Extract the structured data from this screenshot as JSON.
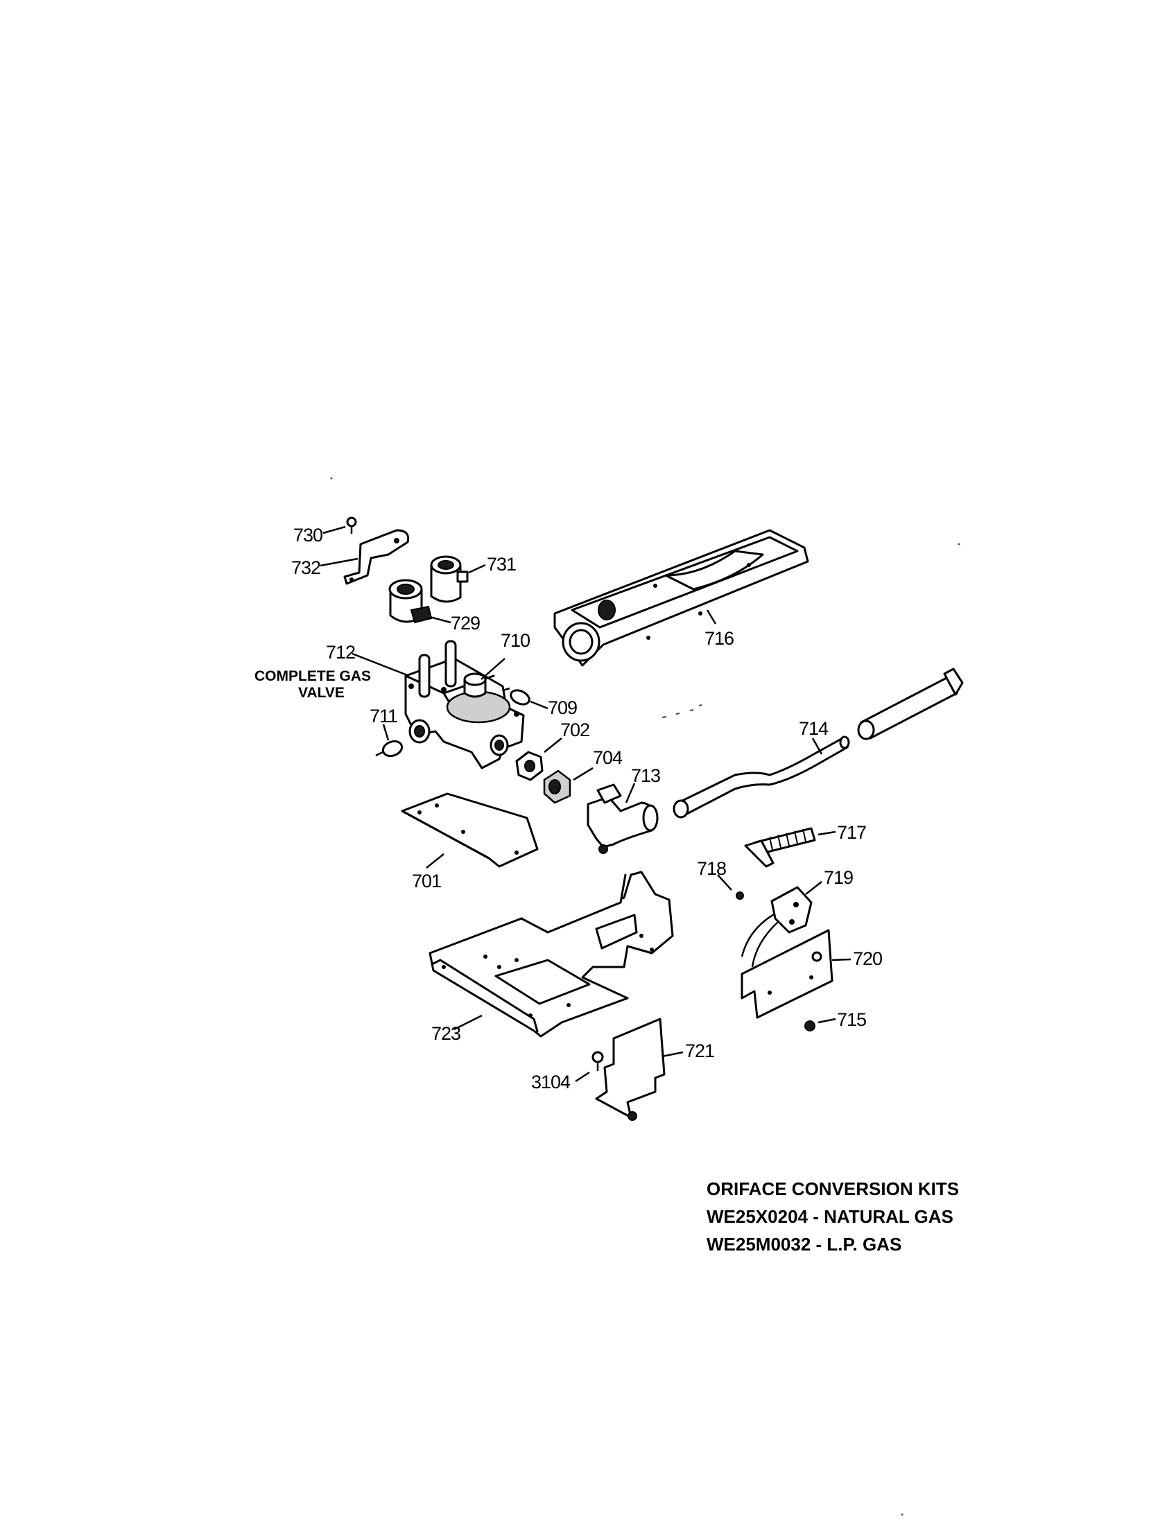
{
  "parts": {
    "p730": "730",
    "p732": "732",
    "p731": "731",
    "p729": "729",
    "p716": "716",
    "p712": "712",
    "p710": "710",
    "p709": "709",
    "p711": "711",
    "p702": "702",
    "p704": "704",
    "p713": "713",
    "p714": "714",
    "p717": "717",
    "p718": "718",
    "p719": "719",
    "p720": "720",
    "p701": "701",
    "p723": "723",
    "p721": "721",
    "p715": "715",
    "p3104": "3104"
  },
  "valve_label": {
    "line1": "COMPLETE GAS",
    "line2": "VALVE"
  },
  "kits": {
    "title": "ORIFACE CONVERSION KITS",
    "natural": "WE25X0204 - NATURAL GAS",
    "lp": "WE25M0032 - L.P. GAS"
  }
}
